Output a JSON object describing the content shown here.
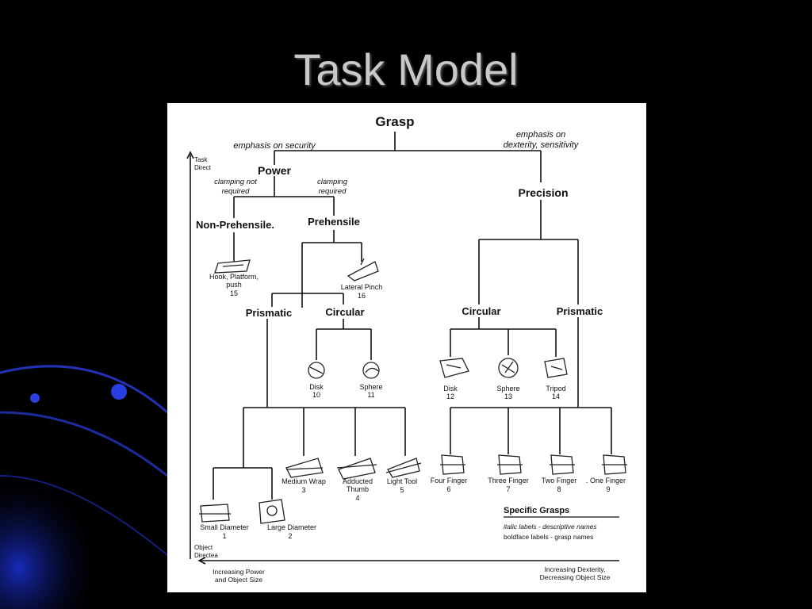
{
  "slide": {
    "title": "Task Model"
  },
  "diagram": {
    "root": "Grasp",
    "emphasis_security": "emphasis on security",
    "emphasis_dexterity_1": "emphasis on",
    "emphasis_dexterity_2": "dexterity, sensitivity",
    "side_task_1": "Task",
    "side_task_2": "Direct",
    "side_object_1": "Object",
    "side_object_2": "Directea",
    "power": "Power",
    "precision": "Precision",
    "clamp_not_1": "clamping not",
    "clamp_not_2": "required",
    "clamp_req_1": "clamping",
    "clamp_req_2": "required",
    "non_prehensile": "Non-Prehensile.",
    "prehensile": "Prehensile",
    "hook_1": "Hook, Platform,",
    "hook_2": "push",
    "hook_num": "15",
    "lateral": "Lateral Pinch",
    "lateral_num": "16",
    "power_prismatic": "Prismatic",
    "power_circular": "Circular",
    "prec_circular": "Circular",
    "prec_prismatic": "Prismatic",
    "disk_p": "Disk",
    "disk_p_num": "10",
    "sphere_p": "Sphere",
    "sphere_p_num": "11",
    "disk_c": "Disk",
    "disk_c_num": "12",
    "sphere_c": "Sphere",
    "sphere_c_num": "13",
    "tripod": "Tripod",
    "tripod_num": "14",
    "medium_wrap": "Medium Wrap",
    "medium_wrap_num": "3",
    "adducted_1": "Adducted",
    "adducted_2": "Thumb",
    "adducted_num": "4",
    "light_tool": "Light Tool",
    "light_tool_num": "5",
    "four_finger": "Four Finger",
    "four_finger_num": "6",
    "three_finger": "Three Finger",
    "three_finger_num": "7",
    "two_finger": "Two Finger",
    "two_finger_num": "8",
    "one_finger": ". One Finger",
    "one_finger_num": "9",
    "small_diam": "Small Diameter",
    "small_diam_num": "1",
    "large_diam": "Large Diameter",
    "large_diam_num": "2",
    "legend_title": "Specific Grasps",
    "legend_italic": "italic labels - descriptive names",
    "legend_bold": "boldface labels - grasp names",
    "bottom_left_1": "Increasing Power",
    "bottom_left_2": "and Object Size",
    "bottom_right_1": "Increasing Dexterity,",
    "bottom_right_2": "Decreasing Object Size"
  },
  "colors": {
    "background": "#000000",
    "title": "#c8c8c8",
    "accent_blue": "#1a2fd0"
  }
}
